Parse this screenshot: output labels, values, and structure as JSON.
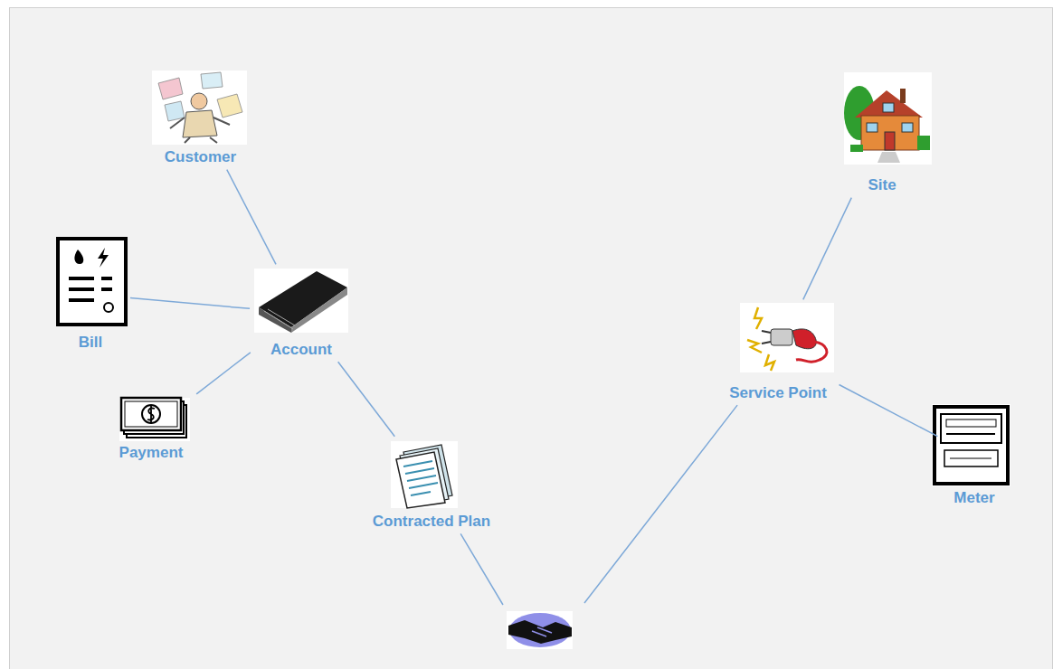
{
  "diagram": {
    "nodes": [
      {
        "text": [
          "Customer"
        ]
      },
      {
        "text": [
          "Site"
        ]
      },
      {
        "text": [
          "Bill"
        ]
      },
      {
        "text": [
          "Account"
        ]
      },
      {
        "text": [
          "Service Point"
        ]
      },
      {
        "text": [
          "Payment"
        ]
      },
      {
        "text": [
          "Meter"
        ]
      },
      {
        "text": [
          "Contracted Plan"
        ]
      }
    ],
    "edges": [
      {
        "from": 0,
        "to": 3,
        "arrow": "none"
      },
      {
        "from": 3,
        "to": 2,
        "arrow": "none"
      },
      {
        "from": 3,
        "to": 5,
        "arrow": "none"
      },
      {
        "from": 3,
        "to": 7,
        "arrow": "none"
      },
      {
        "from": 7,
        "to": 4,
        "arrow": "none"
      },
      {
        "from": 4,
        "to": 1,
        "arrow": "none"
      },
      {
        "from": 4,
        "to": 6,
        "arrow": "none"
      }
    ]
  }
}
